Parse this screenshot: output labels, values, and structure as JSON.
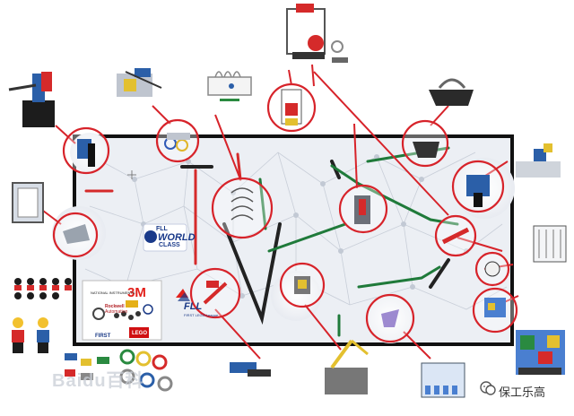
{
  "watermarks": {
    "left": "Baidu百科",
    "right": "保工乐高"
  },
  "mat_logo": {
    "line1": "FLL",
    "line2": "WORLD",
    "line3": "CLASS"
  },
  "sponsors": {
    "brand_3m": "3M",
    "national": "NATIONAL INSTRUMENTS",
    "rockwell1": "Rockwell",
    "rockwell2": "Automation",
    "first": "FIRST",
    "lego": "LEGO",
    "fll": "FLL",
    "fll_sub": "FIRST LEGO League"
  },
  "colors": {
    "callout": "#d7232a",
    "mat_border": "#111111",
    "line_green": "#1f7a3a",
    "line_black": "#222222",
    "line_red": "#d52a2a",
    "mat_bg": "#eef0f4"
  }
}
